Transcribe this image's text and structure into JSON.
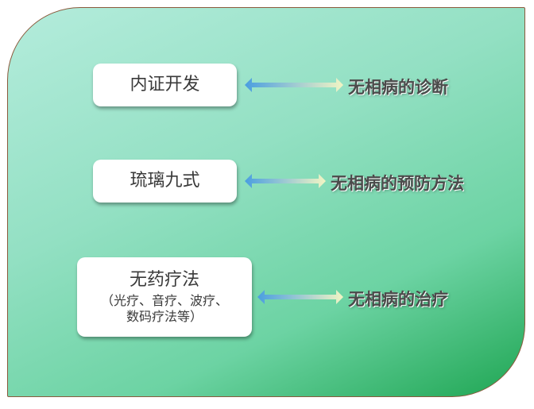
{
  "nodes": [
    {
      "title": "内证开发",
      "target": "无相病的诊断"
    },
    {
      "title": "琉璃九式",
      "target": "无相病的预防方法"
    },
    {
      "title": "无药疗法",
      "subtitle_line1": "（光疗、音疗、波疗、",
      "subtitle_line2": "数码疗法等）",
      "target": "无相病的治疗"
    }
  ],
  "colors": {
    "arrow_left": "#4a9ee0",
    "arrow_right": "#f2f5c4",
    "border": "#8a5a3c",
    "panel_end": "#1fa653"
  }
}
